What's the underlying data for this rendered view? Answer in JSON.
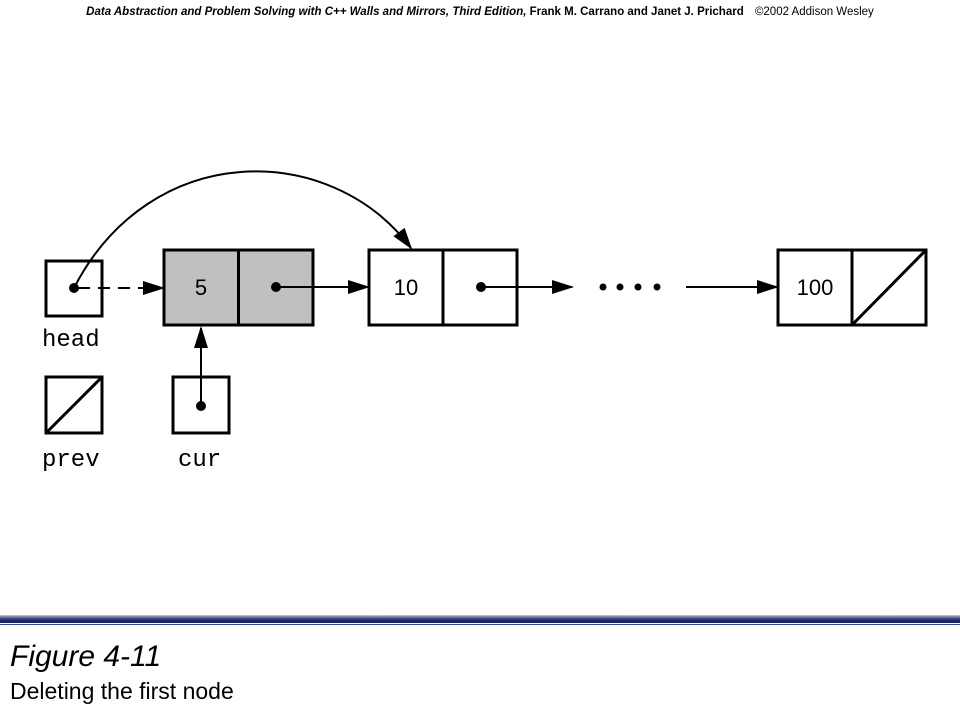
{
  "header": {
    "book": "Data Abstraction  and Problem Solving with C++ Walls and Mirrors, Third Edition,",
    "authors": "Frank M. Carrano  and Janet J. Prichard",
    "copyright": "©2002  Addison Wesley"
  },
  "diagram": {
    "pointer_labels": {
      "head": "head",
      "prev": "prev",
      "cur": "cur"
    },
    "nodes": [
      {
        "value": "5",
        "state": "deleted (shaded)"
      },
      {
        "value": "10"
      },
      {
        "value": "100",
        "next": "null"
      }
    ],
    "ellipsis": "....",
    "colors": {
      "shaded_node": "#c0c0c0",
      "ink": "#000000"
    }
  },
  "figure": {
    "title": "Figure 4-11",
    "caption": "Deleting the first node"
  }
}
